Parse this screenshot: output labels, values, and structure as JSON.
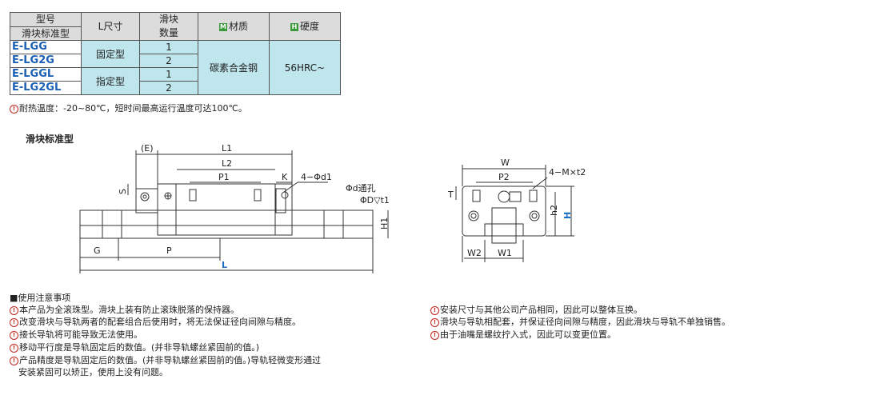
{
  "table": {
    "header": {
      "model_top": "型号",
      "model_bottom": "滑块标准型",
      "l_size": "L尺寸",
      "slider_qty_1": "滑块",
      "slider_qty_2": "数量",
      "material_mark": "M",
      "material": "材质",
      "hardness_mark": "H",
      "hardness": "硬度"
    },
    "models": [
      "E-LGG",
      "E-LG2G",
      "E-LGGL",
      "E-LG2GL"
    ],
    "l_types": [
      "固定型",
      "指定型"
    ],
    "quantities": [
      "1",
      "2",
      "1",
      "2"
    ],
    "material_value": "碳素合金钢",
    "hardness_value": "56HRC~"
  },
  "heat_note": "耐热温度：-20~80℃，短时间最高运行温度可达100℃。",
  "section_title": "滑块标准型",
  "diagram": {
    "front": {
      "E": "(E)",
      "L1": "L1",
      "L2": "L2",
      "P1": "P1",
      "K": "K",
      "d1": "4−Φd1",
      "hole": "Φd通孔",
      "counterbore": "ΦD▽t1",
      "S": "S",
      "H1": "H1",
      "G": "G",
      "P": "P",
      "L": "L"
    },
    "side": {
      "W": "W",
      "P2": "P2",
      "M": "4−M×t2",
      "T": "T",
      "h2": "h2",
      "H": "H",
      "W2": "W2",
      "W1": "W1"
    }
  },
  "notes_title": "■使用注意事项",
  "notes_left": [
    "本产品为全滚珠型。滑块上装有防止滚珠脱落的保持器。",
    "改变滑块与导轨两者的配套组合后使用时，将无法保证径向间隙与精度。",
    "接长导轨将可能导致无法使用。",
    "移动平行度是导轨固定后的数值。(并非导轨螺丝紧固前的值。)",
    "产品精度是导轨固定后的数值。(并非导轨螺丝紧固前的值。)导轨轻微变形通过",
    "安装紧固可以矫正，使用上没有问题。"
  ],
  "notes_right": [
    "安装尺寸与其他公司产品相同，因此可以整体互换。",
    "滑块与导轨相配套，并保证径向间隙与精度，因此滑块与导轨不单独销售。",
    "由于油嘴是螺纹拧入式，因此可以变更位置。"
  ],
  "colors": {
    "header_bg": "#dcdcdc",
    "cell_bg": "#bfe6ec",
    "model_text": "#1a5fb4",
    "note_icon": "#c0261e",
    "dim_blue": "#1a6fc4"
  }
}
